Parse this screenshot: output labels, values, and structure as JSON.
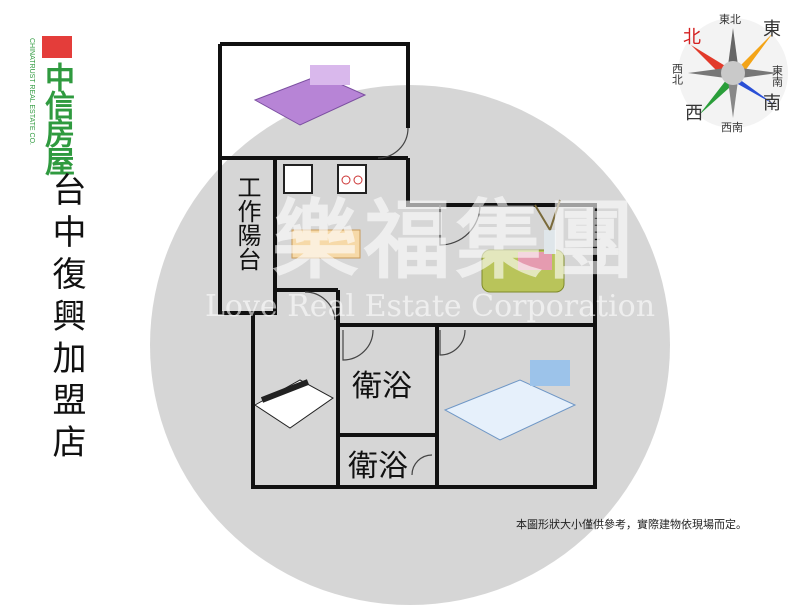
{
  "logo": {
    "brand_cn": "中信房屋",
    "brand_en": "CHINATRUST REAL ESTATE CO."
  },
  "store_name": "台中復興加盟店",
  "rooms": {
    "balcony": "工作陽台",
    "bath_1": "衛浴",
    "bath_2": "衛浴"
  },
  "watermark": {
    "cn": "樂福集團",
    "en": "Love Real Estate Corporation"
  },
  "compass": {
    "north": "北",
    "northeast": "東北",
    "east": "東",
    "southeast": "東南",
    "south": "南",
    "southwest": "西南",
    "west": "西",
    "northwest": "西北",
    "north_color": "#d42020"
  },
  "disclaimer": "本圖形狀大小僅供參考，實際建物依現場而定。"
}
